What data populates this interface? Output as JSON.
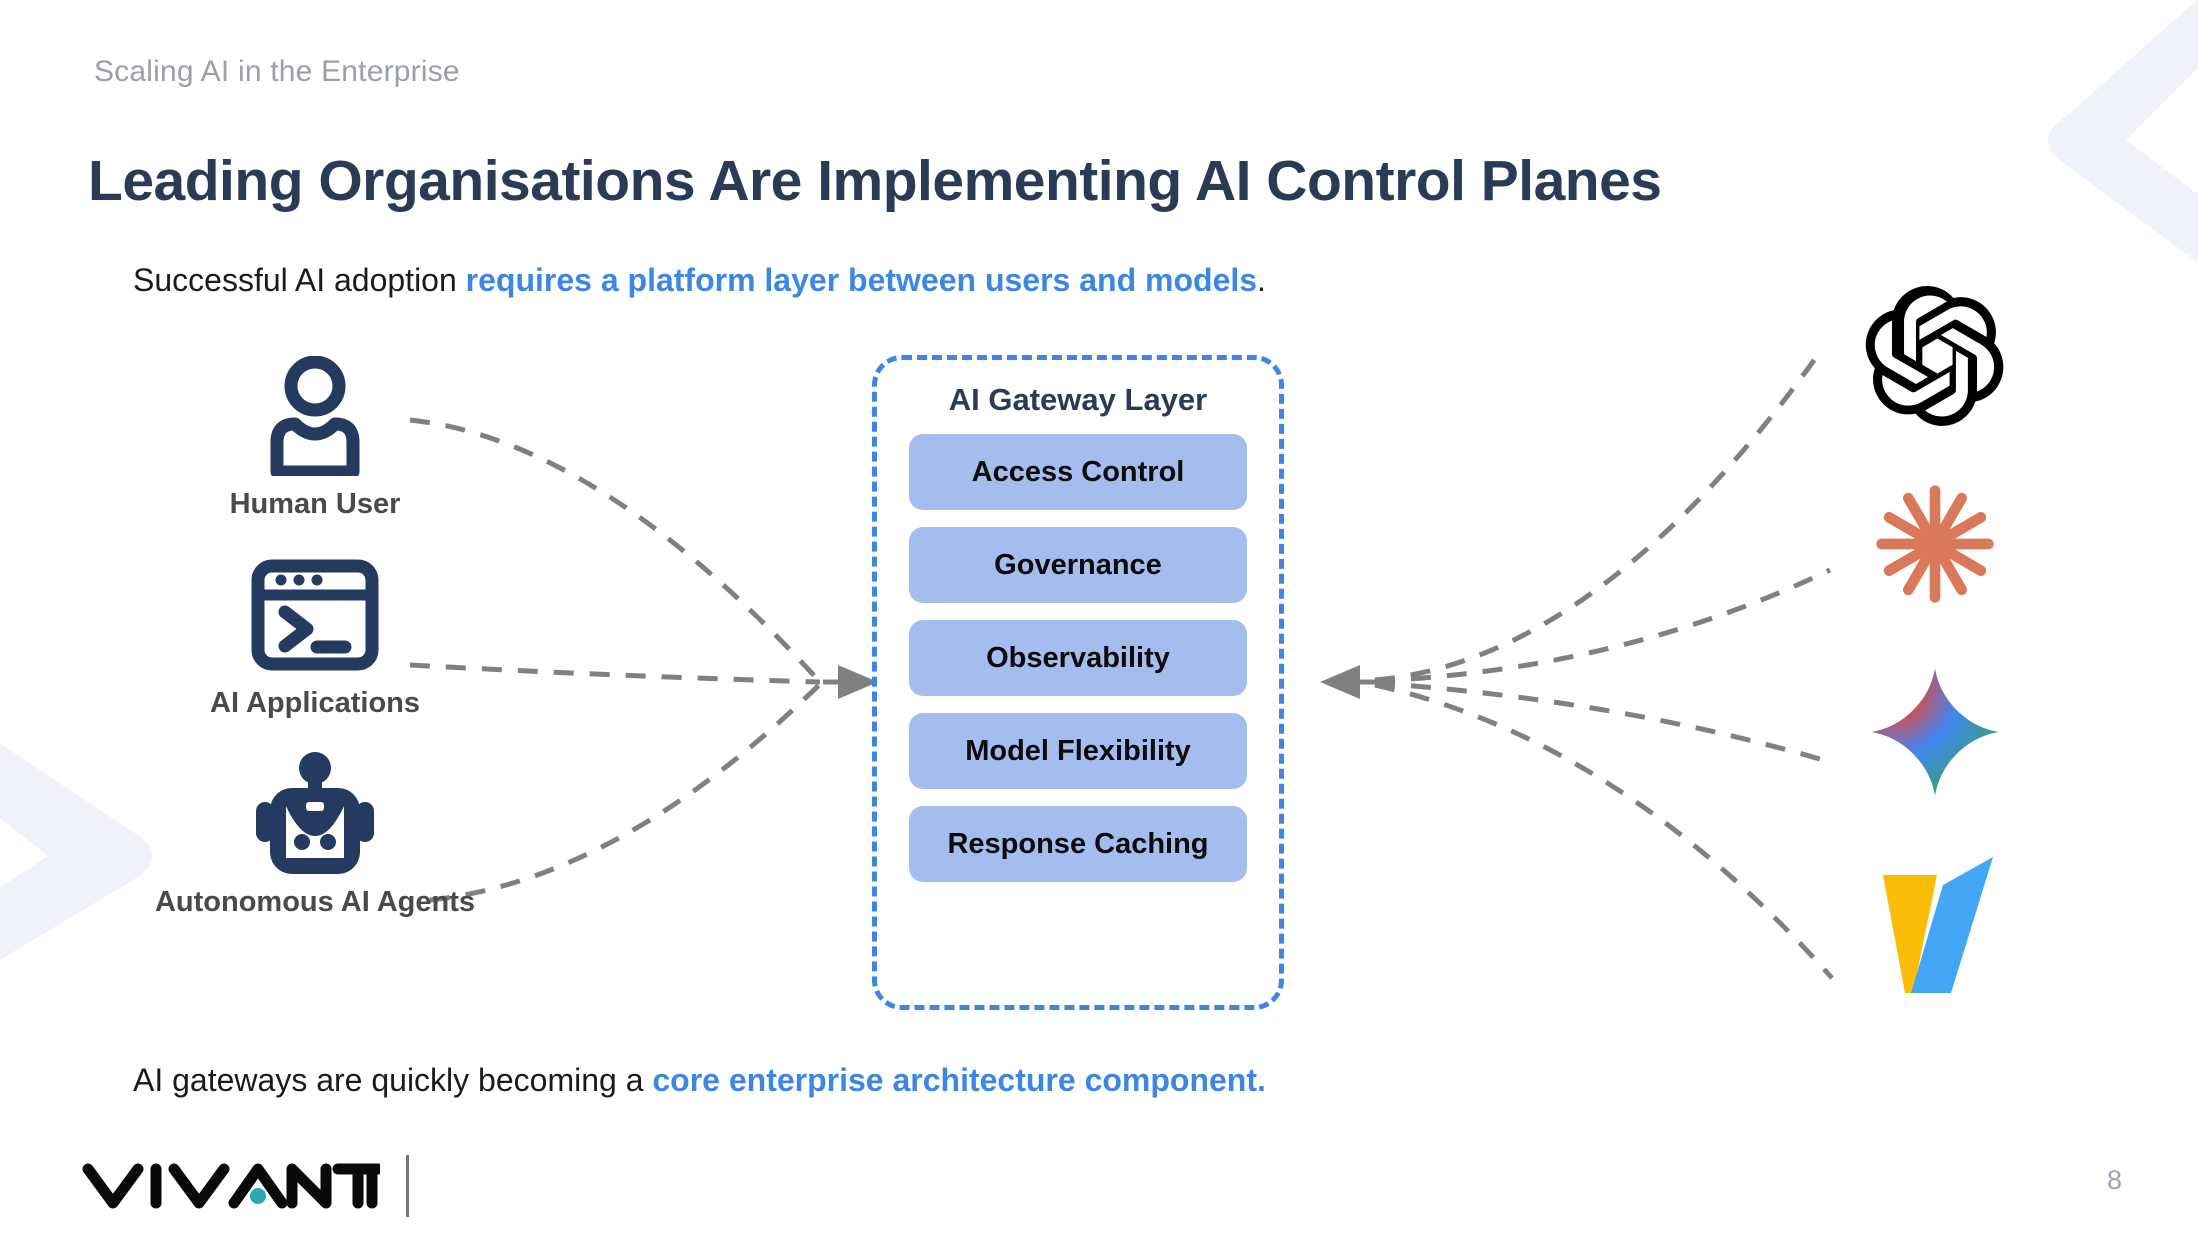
{
  "header": {
    "eyebrow": "Scaling AI in the Enterprise",
    "title": "Leading Organisations Are Implementing AI Control Planes"
  },
  "lede": {
    "plain": "Successful AI adoption ",
    "highlight": "requires a platform layer between users and models",
    "period": "."
  },
  "outro": {
    "plain": "AI gateways are quickly becoming a ",
    "highlight": "core enterprise architecture component."
  },
  "sources": [
    {
      "label": "Human User",
      "icon": "user-icon"
    },
    {
      "label": "AI Applications",
      "icon": "terminal-window-icon"
    },
    {
      "label": "Autonomous AI Agents",
      "icon": "robot-icon"
    }
  ],
  "gateway": {
    "title": "AI Gateway Layer",
    "capabilities": [
      "Access Control",
      "Governance",
      "Observability",
      "Model Flexibility",
      "Response Caching"
    ]
  },
  "providers": [
    {
      "name": "openai-logo"
    },
    {
      "name": "claude-logo"
    },
    {
      "name": "gemini-logo"
    },
    {
      "name": "vertex-ai-logo"
    }
  ],
  "footer": {
    "brand": "VIVANTI",
    "page_number": "8"
  },
  "colors": {
    "title_navy": "#2b3a55",
    "accent_blue": "#3d87e4",
    "capability_fill": "#a5bdee",
    "icon_navy": "#243a5e",
    "label_gray": "#4a4a4a",
    "eyebrow_gray": "#9aa0a6",
    "connector_gray": "#808080",
    "watermark_blue": "#eff3f9",
    "claude_orange": "#d9785a",
    "brand_teal": "#2aa7b5"
  }
}
